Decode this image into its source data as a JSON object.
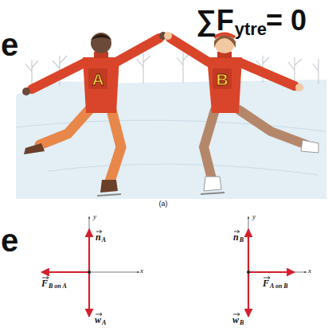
{
  "diagram": {
    "labels": [
      "∑F",
      "ytre",
      "= 0",
      "e",
      "e",
      "A",
      "B",
      "(a)",
      "y",
      "x",
      "n",
      "A",
      "w",
      "A",
      "F",
      "B on A",
      "y",
      "x",
      "n",
      "B",
      "w",
      "B",
      "F",
      "A on B"
    ]
  }
}
